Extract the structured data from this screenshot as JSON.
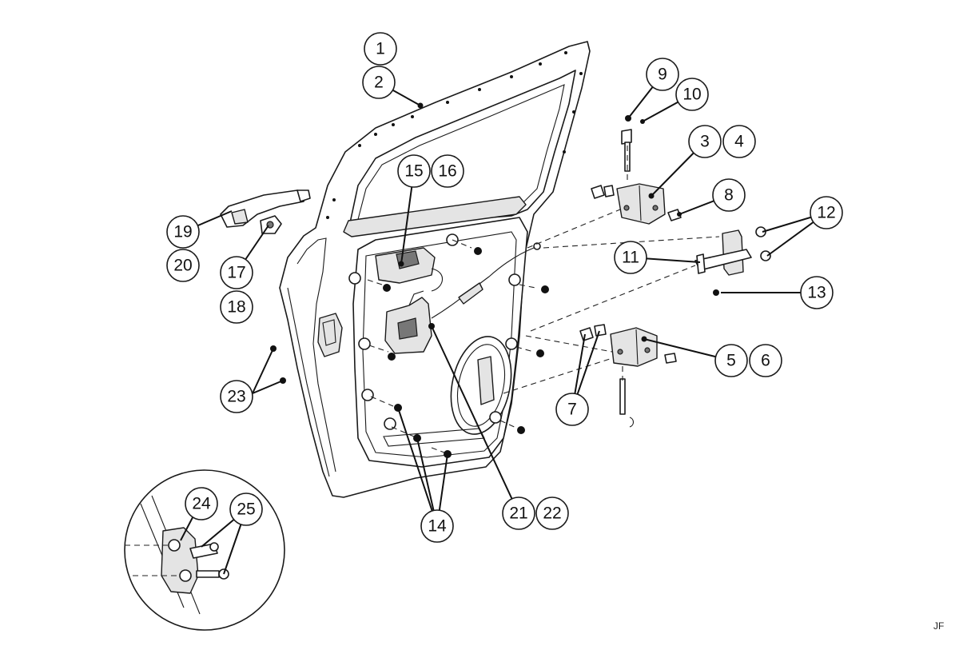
{
  "diagram": {
    "callouts": [
      {
        "id": "c1",
        "label": "1"
      },
      {
        "id": "c2",
        "label": "2"
      },
      {
        "id": "c3",
        "label": "3"
      },
      {
        "id": "c4",
        "label": "4"
      },
      {
        "id": "c5",
        "label": "5"
      },
      {
        "id": "c6",
        "label": "6"
      },
      {
        "id": "c7",
        "label": "7"
      },
      {
        "id": "c8",
        "label": "8"
      },
      {
        "id": "c9",
        "label": "9"
      },
      {
        "id": "c10",
        "label": "10"
      },
      {
        "id": "c11",
        "label": "11"
      },
      {
        "id": "c12",
        "label": "12"
      },
      {
        "id": "c13",
        "label": "13"
      },
      {
        "id": "c14",
        "label": "14"
      },
      {
        "id": "c15",
        "label": "15"
      },
      {
        "id": "c16",
        "label": "16"
      },
      {
        "id": "c17",
        "label": "17"
      },
      {
        "id": "c18",
        "label": "18"
      },
      {
        "id": "c19",
        "label": "19"
      },
      {
        "id": "c20",
        "label": "20"
      },
      {
        "id": "c21",
        "label": "21"
      },
      {
        "id": "c22",
        "label": "22"
      },
      {
        "id": "c23",
        "label": "23"
      },
      {
        "id": "c24",
        "label": "24"
      },
      {
        "id": "c25",
        "label": "25"
      }
    ],
    "signature": "JF"
  }
}
